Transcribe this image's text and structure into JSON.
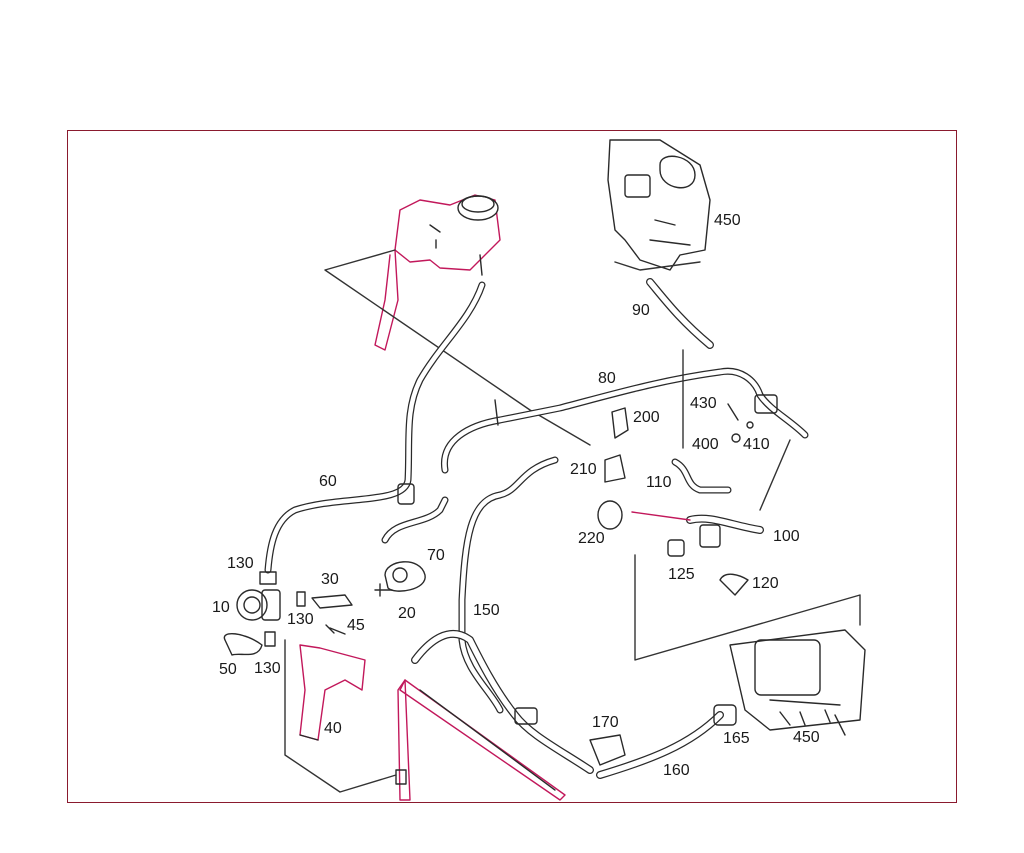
{
  "colors": {
    "frame": "#8a1a2e",
    "part_outline": "#2a2a2a",
    "part_accent": "#c2185b",
    "leader": "#333333"
  },
  "labels": {
    "l10": "10",
    "l20": "20",
    "l30": "30",
    "l40": "40",
    "l45": "45",
    "l50": "50",
    "l60": "60",
    "l70": "70",
    "l80": "80",
    "l90": "90",
    "l100": "100",
    "l110": "110",
    "l120": "120",
    "l125": "125",
    "l130a": "130",
    "l130b": "130",
    "l130c": "130",
    "l150": "150",
    "l160": "160",
    "l165": "165",
    "l170": "170",
    "l200": "200",
    "l210": "210",
    "l220": "220",
    "l400": "400",
    "l410": "410",
    "l430": "430",
    "l450a": "450",
    "l450b": "450"
  },
  "parts": [
    "expansion-tank",
    "control-unit-top",
    "control-unit-bottom",
    "radiator",
    "pump-10",
    "pump-20",
    "hose-60",
    "hose-70",
    "pipe-80",
    "hose-90",
    "hose-100",
    "hose-110",
    "hose-150",
    "hose-160",
    "bracket-40",
    "bracket-170"
  ]
}
